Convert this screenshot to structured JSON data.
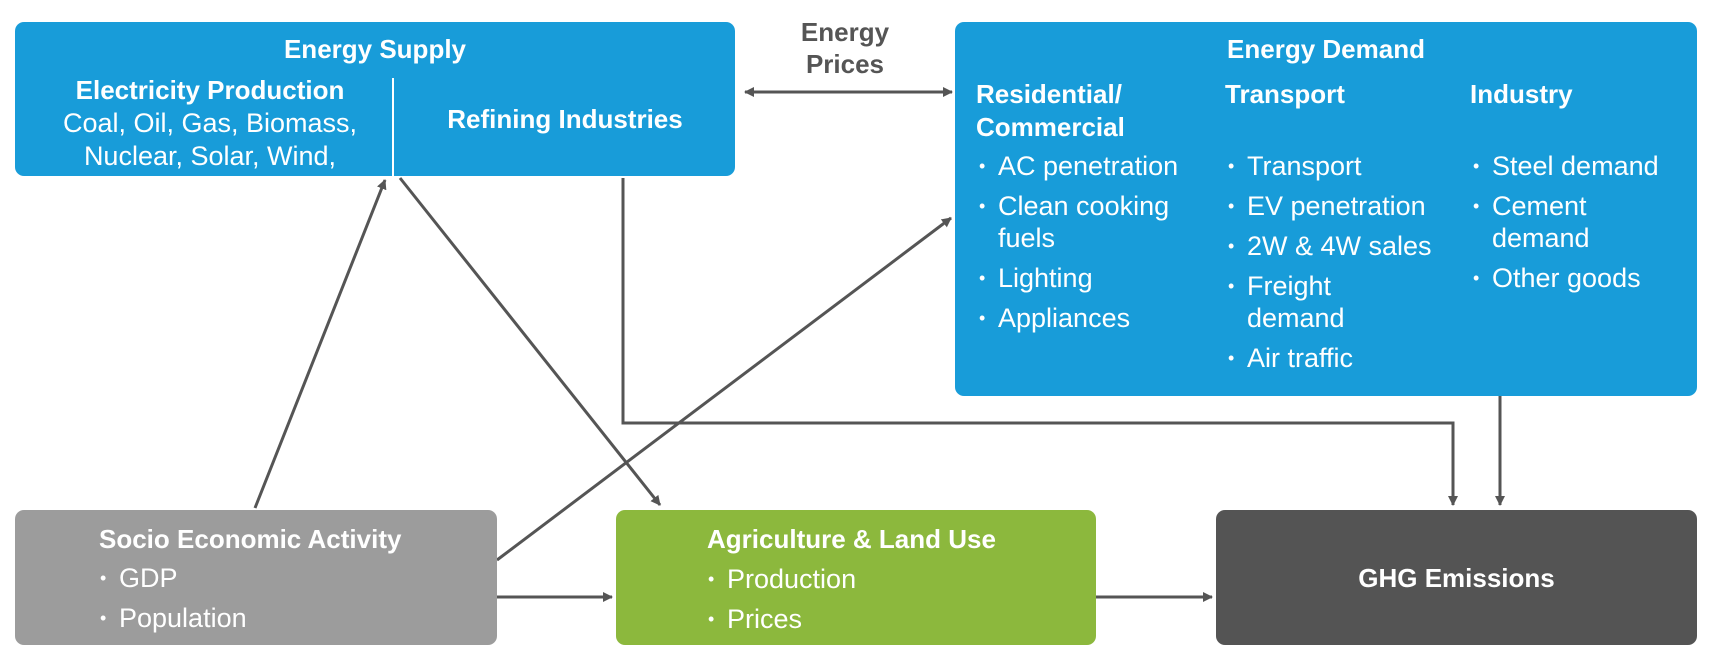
{
  "energy_supply": {
    "title": "Energy Supply",
    "electricity": {
      "title": "Electricity Production",
      "line1": "Coal, Oil, Gas, Biomass,",
      "line2": "Nuclear, Solar, Wind,"
    },
    "refining": "Refining Industries"
  },
  "energy_prices": {
    "line1": "Energy",
    "line2": "Prices"
  },
  "energy_demand": {
    "title": "Energy Demand",
    "residential": {
      "title_line1": "Residential/",
      "title_line2": "Commercial",
      "items": [
        "AC penetration",
        "Clean cooking fuels",
        "Lighting",
        "Appliances"
      ]
    },
    "transport": {
      "title": "Transport",
      "items": [
        "Transport",
        "EV penetration",
        "2W & 4W sales",
        "Freight demand",
        "Air traffic"
      ]
    },
    "industry": {
      "title": "Industry",
      "items": [
        "Steel demand",
        "Cement demand",
        "Other goods"
      ]
    }
  },
  "socio": {
    "title": "Socio Economic Activity",
    "items": [
      "GDP",
      "Population"
    ]
  },
  "agriculture": {
    "title": "Agriculture & Land Use",
    "items": [
      "Production",
      "Prices"
    ]
  },
  "ghg": {
    "title": "GHG Emissions"
  },
  "colors": {
    "blue": "#189cd9",
    "grey": "#9c9c9c",
    "green": "#8cb83d",
    "dark": "#545454",
    "arrow": "#555555"
  }
}
